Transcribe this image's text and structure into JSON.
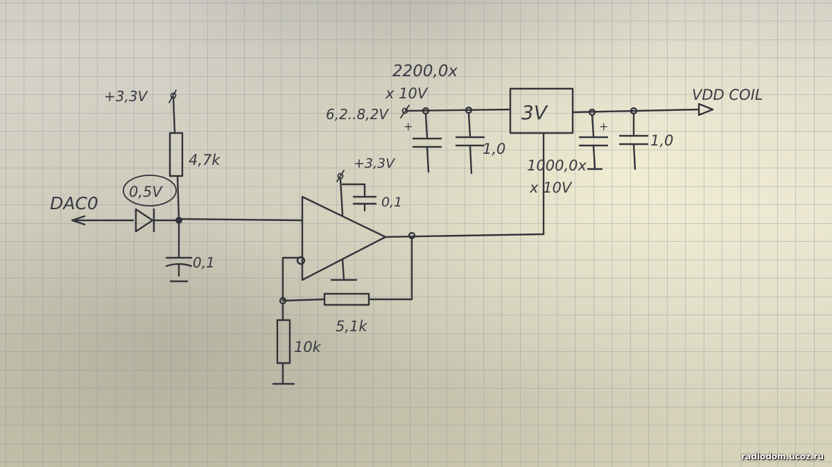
{
  "labels": {
    "supply_3v3_top": "+3,3V",
    "r_pullup": "4,7k",
    "diode_voltage": "0,5V",
    "input_name": "DAC0",
    "cap_input": "0,1",
    "supply_opamp": "+3,3V",
    "cap_opamp_decoupling": "0,1",
    "r_feedback": "5,1k",
    "r_ground": "10k",
    "cap_bulk_in_value": "2200,0x",
    "cap_bulk_in_voltage": "x 10V",
    "input_voltage_range": "6,2..8,2V",
    "cap_in_ceramic": "1,0",
    "regulator": "3V",
    "cap_bulk_out_value": "1000,0x",
    "cap_bulk_out_voltage": "x 10V",
    "cap_out_ceramic": "1,0",
    "output_name": "VDD COIL",
    "polarity_plus": "+"
  },
  "watermark": "radiodom.ucoz.ru",
  "colors": {
    "ink": "#33343a",
    "grid": "#8e93a4",
    "paper": "#dcd9c6"
  }
}
